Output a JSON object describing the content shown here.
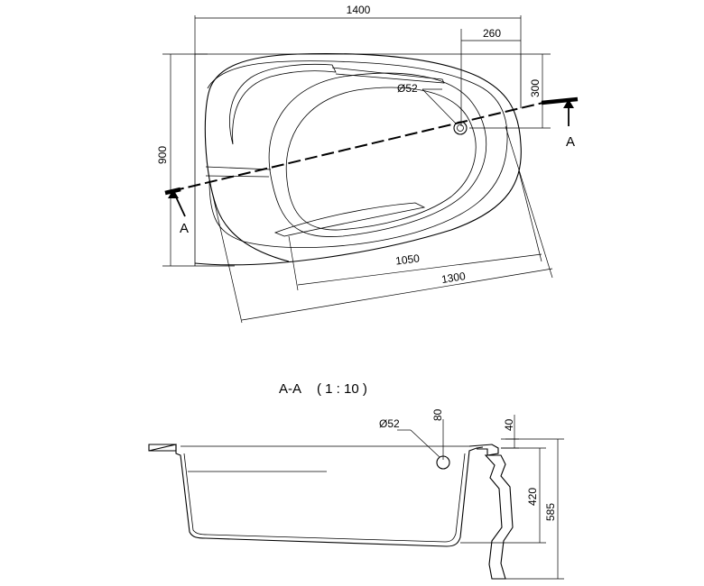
{
  "plan_view": {
    "dimensions": {
      "overall_length": "1400",
      "outlet_offset_x": "260",
      "outlet_offset_y": "300",
      "overall_width": "900",
      "inner_length": "1050",
      "diagonal_length": "1300"
    },
    "outlet_diameter": "Ø52",
    "section_marker": "A"
  },
  "section_view": {
    "title": "A-A",
    "scale": "( 1 : 10 )",
    "outlet_diameter": "Ø52",
    "dimensions": {
      "outlet_height": "80",
      "rim_thickness": "40",
      "inner_depth": "420",
      "total_height": "585"
    }
  }
}
